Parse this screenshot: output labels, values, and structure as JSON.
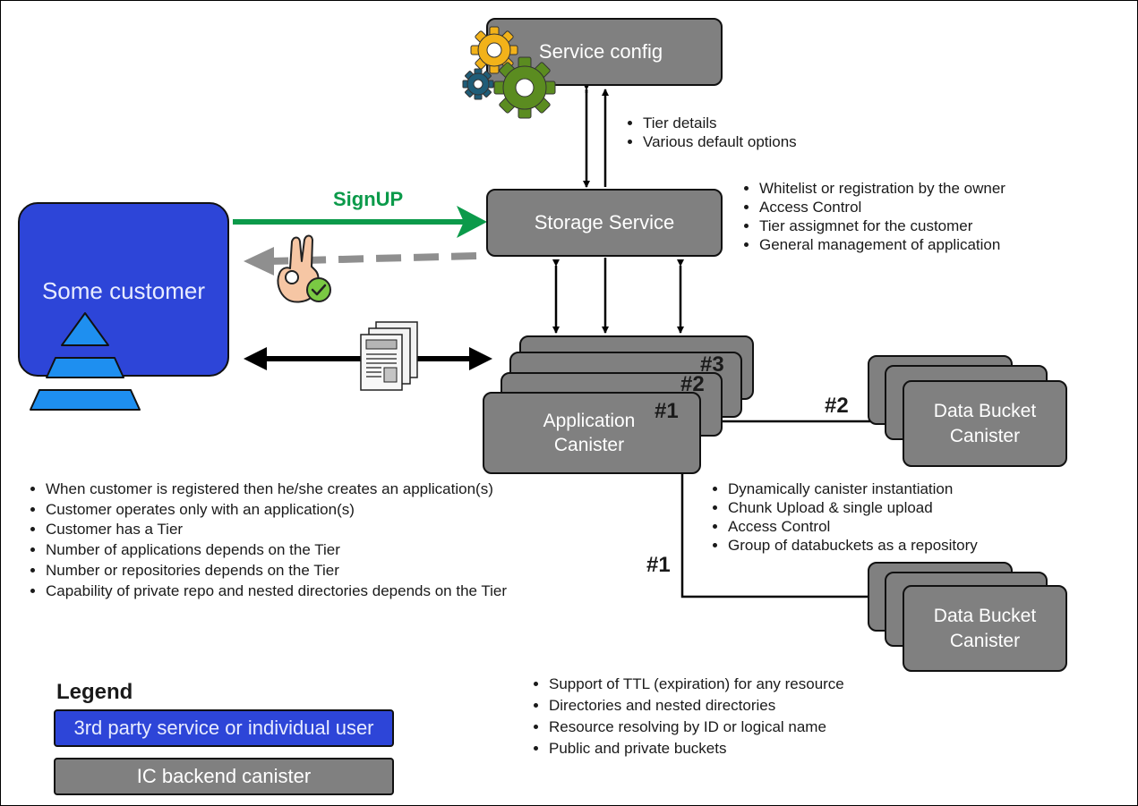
{
  "diagram": {
    "service_config": "Service config",
    "storage_service": "Storage Service",
    "customer": "Some customer",
    "application_canister": "Application Canister",
    "data_bucket_top": "Data Bucket Canister",
    "data_bucket_bottom": "Data Bucket Canister",
    "signup": "SignUP",
    "stack_labels": {
      "n3": "#3",
      "n2": "#2",
      "n1": "#1"
    },
    "link_labels": {
      "to_top_bucket": "#2",
      "to_bottom_bucket": "#1"
    }
  },
  "notes": {
    "config": [
      "Tier details",
      "Various default options"
    ],
    "storage": [
      "Whitelist or registration by the owner",
      "Access Control",
      "Tier assigmnet for the customer",
      "General management of application"
    ],
    "customer": [
      "When customer is registered then he/she creates an application(s)",
      "Customer operates only with an application(s)",
      "Customer has a Tier",
      "Number of applications depends on the Tier",
      "Number or repositories depends on the Tier",
      "Capability of private repo and nested directories depends on the Tier"
    ],
    "application": [
      "Dynamically canister instantiation",
      "Chunk Upload & single upload",
      "Access Control",
      "Group of databuckets as a repository"
    ],
    "buckets": [
      "Support of TTL (expiration) for any resource",
      "Directories and nested directories",
      "Resource resolving by ID or logical name",
      "Public and private buckets"
    ]
  },
  "legend": {
    "title": "Legend",
    "user": "3rd party service or individual user",
    "canister": "IC backend canister"
  },
  "colors": {
    "user_blue": "#2d45d8",
    "canister_gray": "#808080",
    "signup_green": "#0b9a4a",
    "dashed_gray": "#8f8f8f",
    "pyramid_blue": "#1e8ff0"
  }
}
